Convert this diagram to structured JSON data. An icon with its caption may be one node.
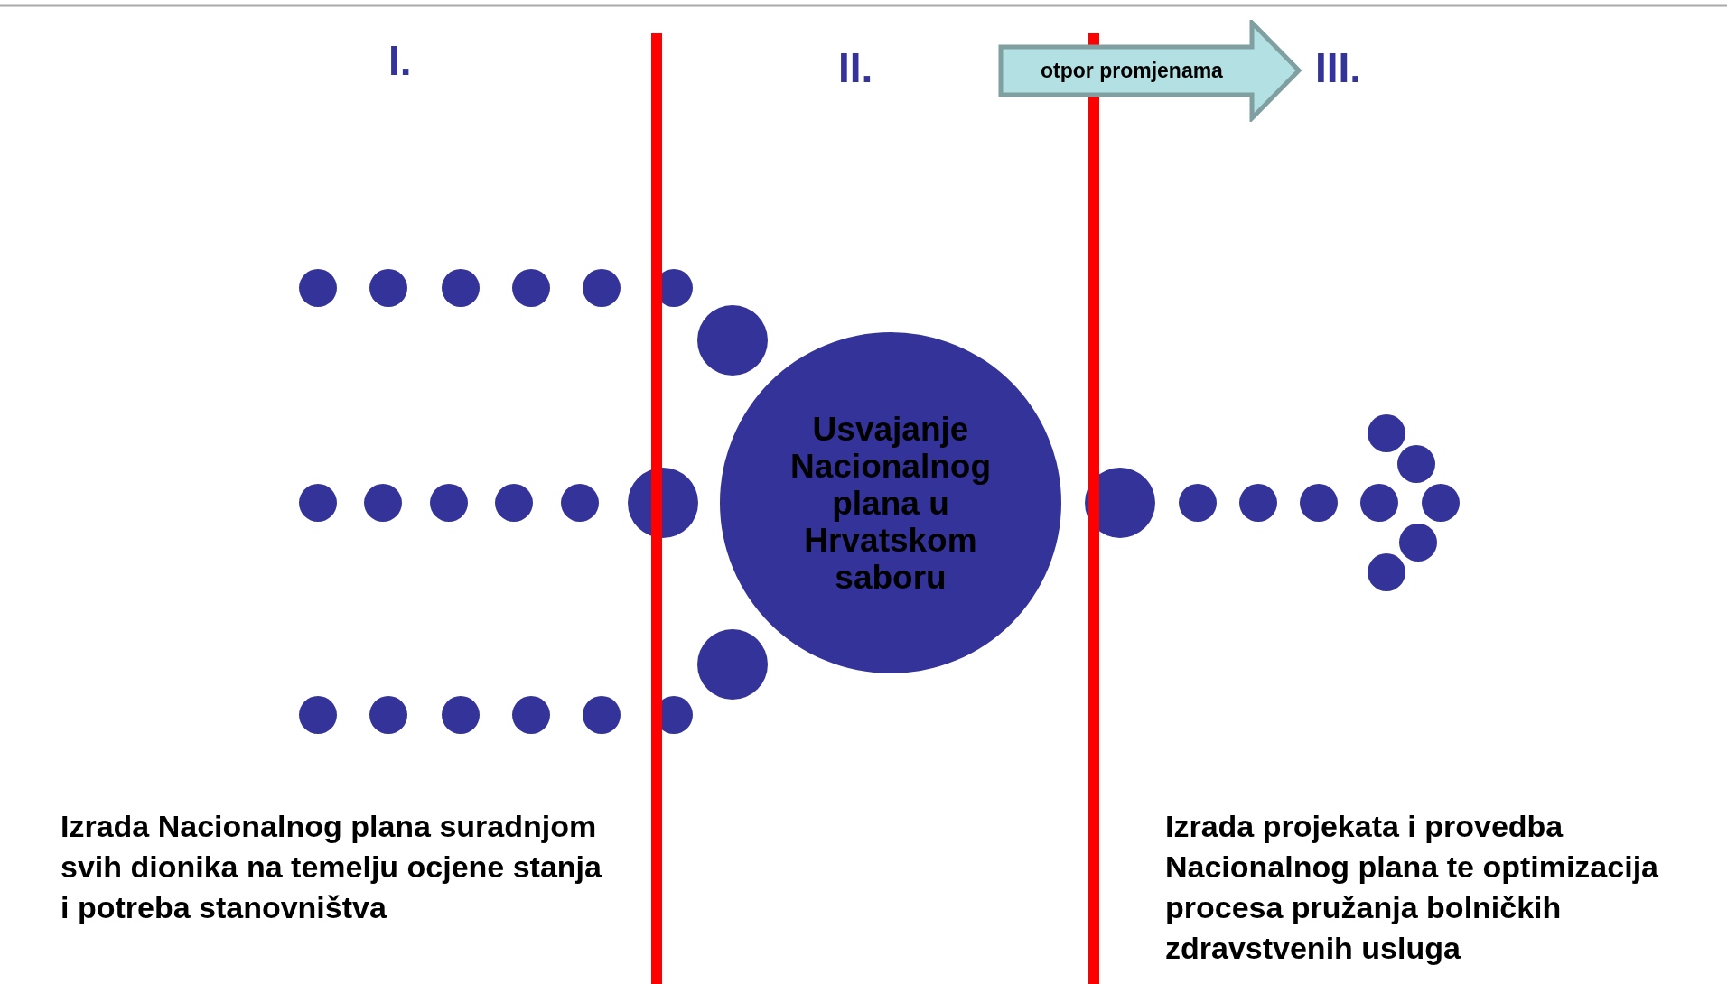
{
  "diagram": {
    "nodes": [
      {
        "text": [
          "Usvajanje Nacionalnog plana u Hrvatskom saboru"
        ]
      },
      {
        "text": [
          "otpor promjenama"
        ]
      }
    ],
    "labels": [
      "I.",
      "II.",
      "III.",
      "Izrada Nacionalnog plana suradnjom svih dionika na temelju ocjene stanja i potreba stanovništva",
      "Izrada projekata i provedba Nacionalnog plana te optimizacija procesa pružanja bolničkih zdravstvenih usluga"
    ]
  }
}
